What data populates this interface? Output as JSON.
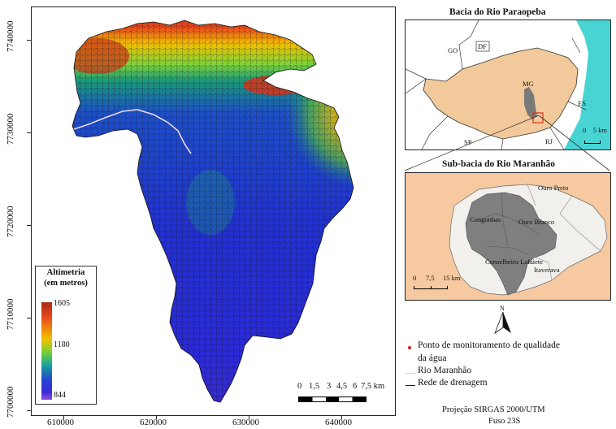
{
  "main_map": {
    "y_ticks": [
      "7740000",
      "7730000",
      "7720000",
      "7710000",
      "7700000"
    ],
    "x_ticks": [
      "610000",
      "620000",
      "630000",
      "640000"
    ],
    "legend": {
      "title_line1": "Altimetria",
      "title_line2": "(em metros)",
      "max": "1605",
      "mid": "1180",
      "min": "844"
    },
    "scalebar": {
      "ticks": [
        "0",
        "1,5",
        "3",
        "4,5",
        "6",
        "7,5 km"
      ]
    },
    "colors": {
      "high": "#c0392b",
      "mid_high": "#e8c400",
      "mid": "#5bc236",
      "low_mid": "#1a8a9a",
      "low": "#2a2ad0",
      "lowest": "#8a4fd8"
    }
  },
  "inset_top": {
    "title": "Bacia do Rio Paraopeba",
    "labels": {
      "go": "GO",
      "df": "DF",
      "mg": "MG",
      "es": "ES",
      "sp": "SP",
      "rj": "RJ"
    },
    "scale": "0    5 km",
    "colors": {
      "mg_fill": "#f2c99a",
      "ocean": "#49d4d4",
      "basin": "#808080"
    }
  },
  "inset_bottom": {
    "title": "Sub-bacia do Rio Maranhão",
    "labels": {
      "ouro_preto": "Ouro Preto",
      "congonhas": "Congonhas",
      "ouro_branco": "Ouro Branco",
      "conselheiro": "Conselheiro Lafaiete",
      "itaverava": "Itaverava"
    },
    "scale_ticks": [
      "0",
      "7,5",
      "15 km"
    ],
    "colors": {
      "bg": "#f6c9a0",
      "municipio": "#f2f0ec",
      "subbasin": "#7f7f7f"
    }
  },
  "north": "N",
  "legend": {
    "point_label": "Ponto de monitoramento de qualidade",
    "point_label2": "da água",
    "river_label": "Rio Maranhão",
    "drain_label": "Rede de drenagem",
    "colors": {
      "point": "#d81f1f",
      "river": "#f0e050",
      "drain": "#222222"
    }
  },
  "projection": {
    "line1": "Projeção SIRGAS 2000/UTM",
    "line2": "Fuso 23S"
  }
}
